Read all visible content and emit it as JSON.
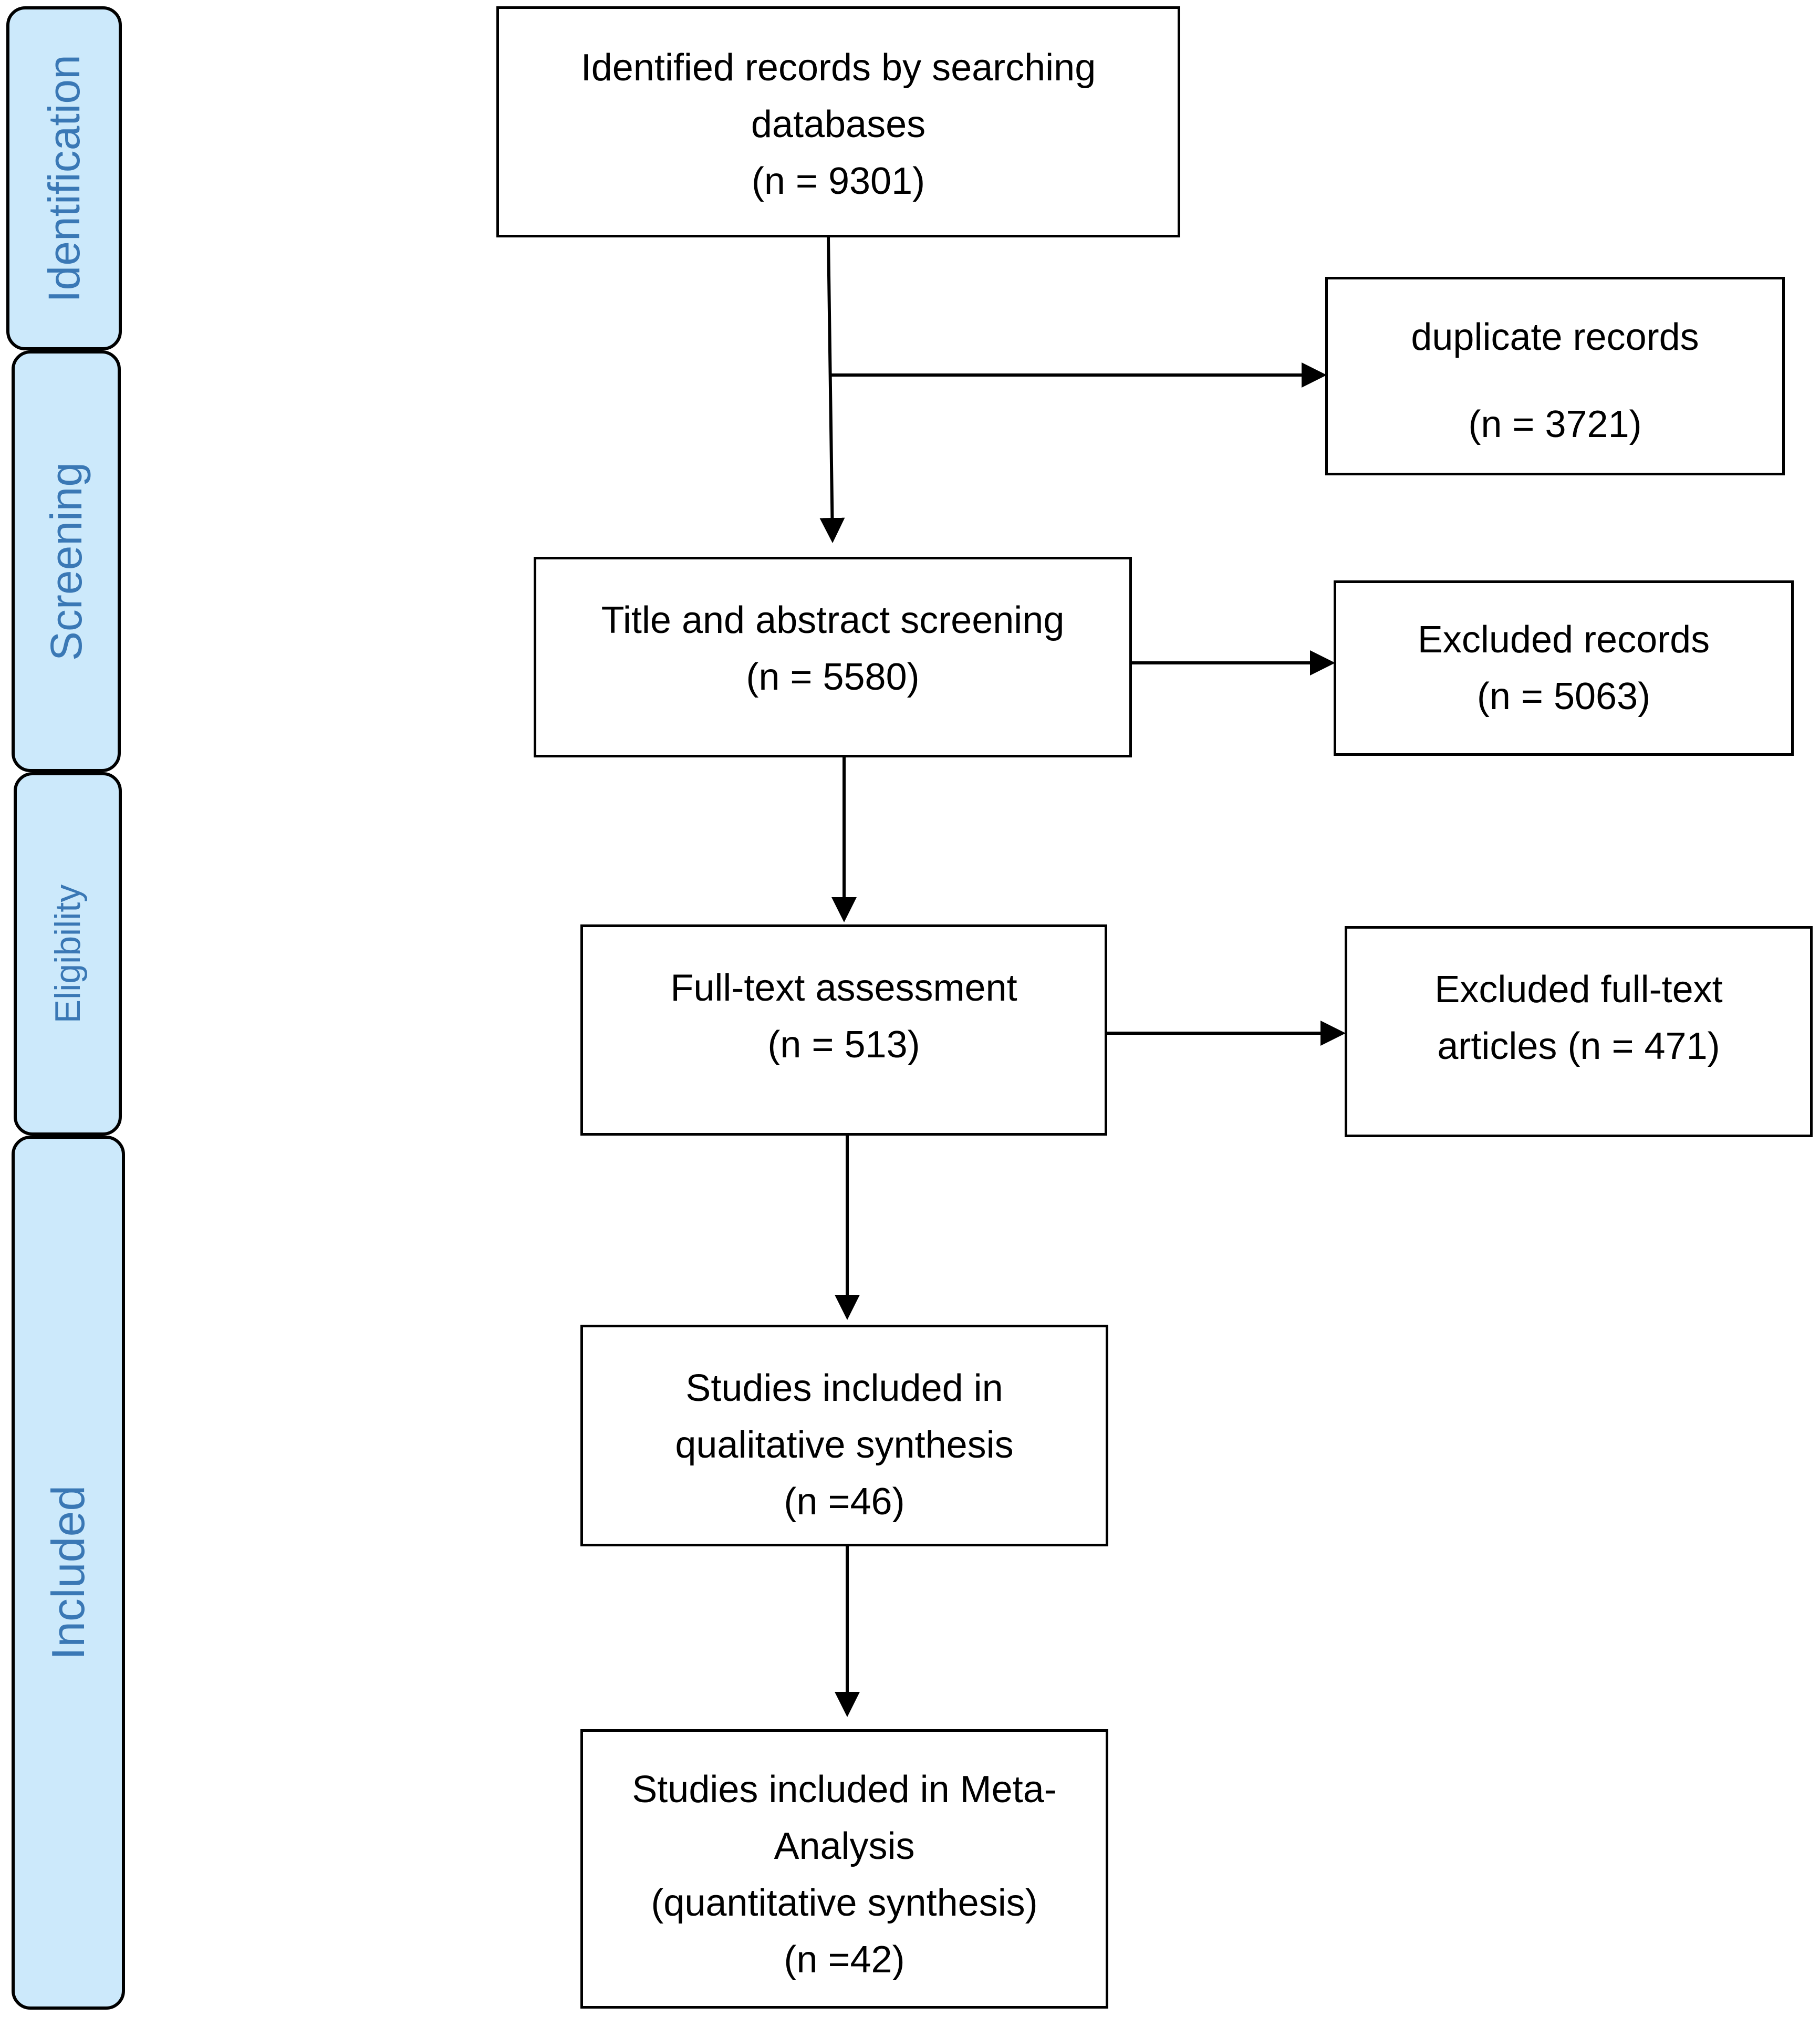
{
  "phases": {
    "identification": "Identification",
    "screening": "Screening",
    "eligibility": "Eligibility",
    "included": "Included"
  },
  "boxes": {
    "identified": {
      "line1": "Identified records by searching",
      "line2": "databases",
      "line3": "(n = 9301)"
    },
    "duplicates": {
      "line1": "duplicate records",
      "line2": "(n = 3721)"
    },
    "screening": {
      "line1": "Title and abstract screening",
      "line2": "(n = 5580)"
    },
    "excluded_records": {
      "line1": "Excluded records",
      "line2": "(n = 5063)"
    },
    "full_text": {
      "line1": "Full-text assessment",
      "line2": "(n = 513)"
    },
    "excluded_full_text": {
      "line1": "Excluded full-text",
      "line2": "articles (n = 471)"
    },
    "qualitative": {
      "line1": "Studies included in",
      "line2": "qualitative synthesis",
      "line3": "(n =46)"
    },
    "meta_analysis": {
      "line1": "Studies included in Meta-",
      "line2": "Analysis",
      "line3": "(quantitative synthesis)",
      "line4": "(n =42)"
    }
  },
  "colors": {
    "phase_fill": "#cce9fb",
    "phase_text": "#3a78b5",
    "stroke": "#000000"
  }
}
